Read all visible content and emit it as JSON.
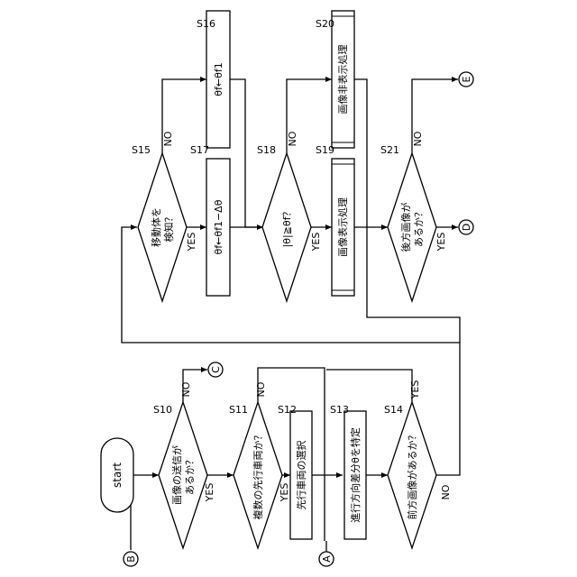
{
  "steps": {
    "start": "start",
    "s10": {
      "id": "S10",
      "line1": "画像の送信が",
      "line2": "あるか？"
    },
    "s11": {
      "id": "S11",
      "line1": "複数の先行車両か？"
    },
    "s12": {
      "id": "S12",
      "line1": "先行車両の選択"
    },
    "s13": {
      "id": "S13",
      "line1": "進行方向差分θを特定"
    },
    "s14": {
      "id": "S14",
      "line1": "前方画像があるか？"
    },
    "s15": {
      "id": "S15",
      "line1": "移動体を",
      "line2": "検知？"
    },
    "s16": {
      "id": "S16",
      "line1": "θf←θf1"
    },
    "s17": {
      "id": "S17",
      "line1": "θf←θf1−Δθ"
    },
    "s18": {
      "id": "S18",
      "line1": "|θ|≧θf？"
    },
    "s19": {
      "id": "S19",
      "line1": "画像表示処理"
    },
    "s20": {
      "id": "S20",
      "line1": "画像非表示処理"
    },
    "s21": {
      "id": "S21",
      "line1": "後方画像が",
      "line2": "あるか？"
    }
  },
  "labels": {
    "yes": "YES",
    "no": "NO"
  },
  "connectors": {
    "a": "A",
    "b": "B",
    "c": "C",
    "d": "D",
    "e": "E"
  }
}
